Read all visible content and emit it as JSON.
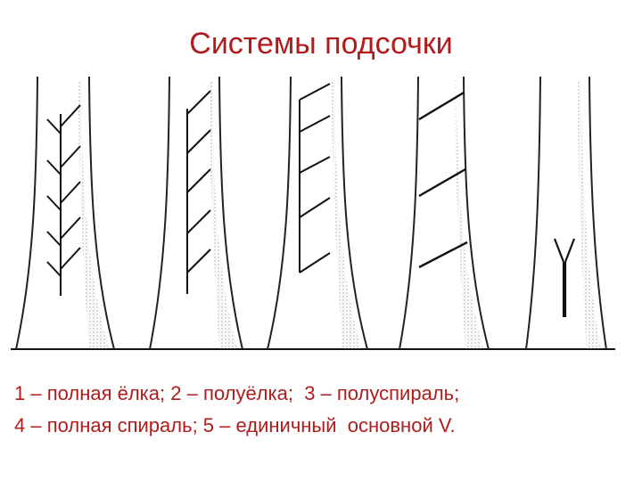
{
  "title": "Системы подсочки",
  "caption": {
    "line1": "1 – полная ёлка; 2 – полуёлка;  3 – полуспираль;",
    "line2": "4 – полная спираль; 5 – единичный  основной V."
  },
  "figure": {
    "trees": [
      {
        "system": "full-herringbone"
      },
      {
        "system": "half-herringbone"
      },
      {
        "system": "half-spiral"
      },
      {
        "system": "full-spiral"
      },
      {
        "system": "single-main-v"
      }
    ]
  },
  "colors": {
    "title": "#b01c1c",
    "caption": "#b01c1c",
    "line": "#111111",
    "shade": "#9a9a9a"
  }
}
